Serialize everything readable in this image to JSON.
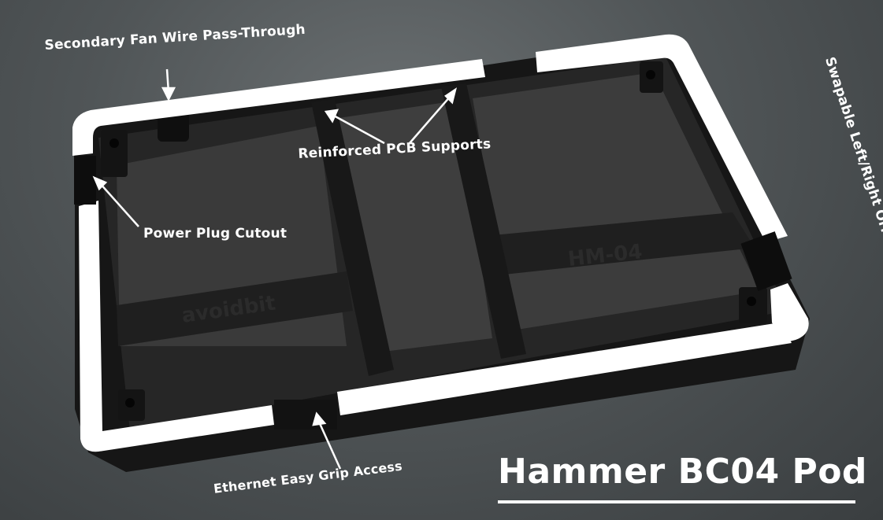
{
  "title": "Hammer BC04 Pod",
  "callouts": {
    "fan_wire": "Secondary Fan Wire Pass-Through",
    "pcb_supports": "Reinforced PCB Supports",
    "power_plug": "Power Plug Cutout",
    "ethernet": "Ethernet Easy Grip Access",
    "orientation": "Swapable Left/Right Orientation"
  },
  "embossed_text": {
    "brand": "avoidbit",
    "model": "HM-04"
  },
  "colors": {
    "background": "#4f5456",
    "rim": "#ffffff",
    "body": "#1c1c1c",
    "label": "#ffffff"
  }
}
